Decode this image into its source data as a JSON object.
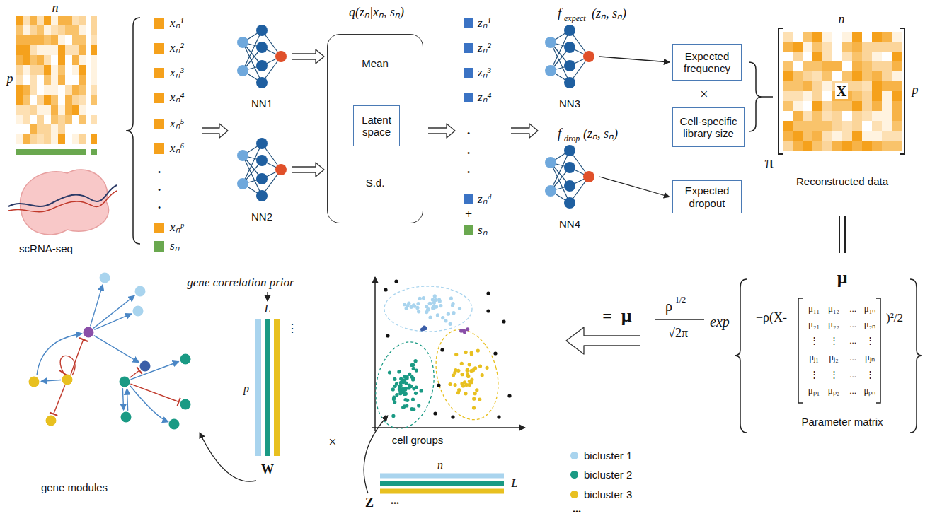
{
  "diagram": {
    "nodes": [
      {
        "text": [
          "NN1"
        ]
      },
      {
        "text": [
          "NN2"
        ]
      },
      {
        "text": [
          "Mean",
          "S.d."
        ]
      },
      {
        "text": [
          "Latent space"
        ],
        "in": 2
      },
      {
        "text": [
          "NN3"
        ]
      },
      {
        "text": [
          "NN4"
        ]
      },
      {
        "text": [
          "Expected frequency"
        ]
      },
      {
        "text": [
          "Cell-specific library size"
        ]
      },
      {
        "text": [
          "Expected dropout"
        ]
      }
    ],
    "edges": [
      {
        "from": 0,
        "to": 2,
        "arrow": "to"
      },
      {
        "from": 1,
        "to": 2,
        "arrow": "to"
      },
      {
        "from": 4,
        "to": 6,
        "arrow": "to"
      },
      {
        "from": 5,
        "to": 8,
        "arrow": "to"
      }
    ],
    "labels": [
      "n",
      "p",
      "scRNA-seq",
      "xₙ¹",
      "xₙ²",
      "xₙ³",
      "xₙ⁴",
      "xₙ⁵",
      "xₙ⁶",
      "•",
      "•",
      "•",
      "xₙᵖ",
      "sₙ",
      "q(zₙ|xₙ, sₙ)",
      "zₙ¹",
      "zₙ²",
      "zₙ³",
      "zₙ⁴",
      "•",
      "•",
      "•",
      "zₙᵈ",
      "+",
      "sₙ",
      "f",
      "expect",
      "(zₙ, sₙ)",
      "f",
      "drop",
      "(zₙ, sₙ)",
      "×",
      "n",
      "p",
      "X",
      "π",
      "Reconstructed data",
      "μ",
      "ρ",
      "1/2",
      "√2π",
      "exp",
      "−ρ(X-",
      ")²/2",
      "μ₁₁",
      "μ₁₂",
      "...",
      "μ₁ₙ",
      "μ₂₁",
      "μ₂₂",
      "...",
      "μ₂ₙ",
      "⋮",
      "⋮",
      "...",
      "⋮",
      "μⱼ₁",
      "μⱼ₂",
      "...",
      "μⱼₙ",
      "⋮",
      "⋮",
      "...",
      "⋮",
      "μₚ₁",
      "μₚ₂",
      "...",
      "μₚₙ",
      "Parameter matrix",
      "=",
      "μ",
      "cell groups",
      "n",
      "L",
      "Z",
      "...",
      "...",
      "gene correlation prior",
      "L",
      "p",
      "W",
      "⋮",
      "×",
      "gene modules"
    ],
    "legend": [
      {
        "text": "bicluster 1",
        "color": "#a9d4ee"
      },
      {
        "text": "bicluster 2",
        "color": "#1a9a84"
      },
      {
        "text": "bicluster 3",
        "color": "#e8c020"
      }
    ]
  }
}
